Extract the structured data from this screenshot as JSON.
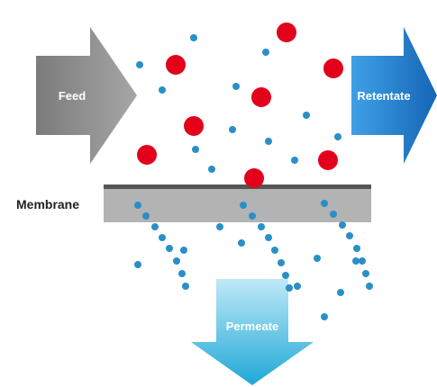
{
  "labels": {
    "feed": "Feed",
    "retentate": "Retentate",
    "membrane": "Membrane",
    "permeate": "Permeate"
  },
  "icons": {
    "large_particle": "red-circle",
    "small_particle": "blue-dot",
    "feed_arrow": "arrow-right",
    "retentate_arrow": "arrow-right",
    "permeate_arrow": "arrow-down"
  },
  "colors": {
    "feed_arrow": "#8c8c8c",
    "retentate_arrow": "#1e78c8",
    "permeate_arrow": "#29abd6",
    "membrane_body": "#b3b3b3",
    "membrane_top": "#555555",
    "large_particle": "#e3001b",
    "small_particle": "#2a8fc7"
  }
}
